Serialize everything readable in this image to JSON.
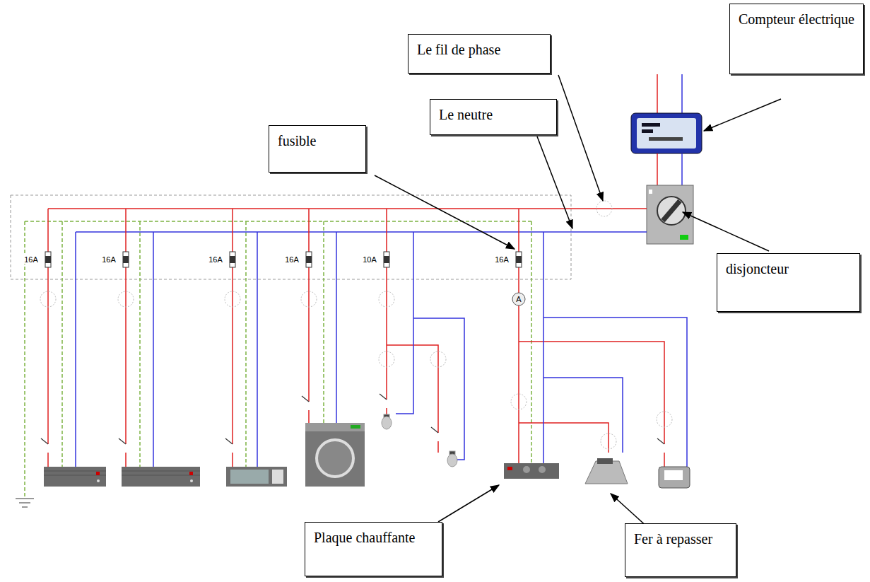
{
  "diagram": {
    "nodes": [
      {
        "text": [
          "Compteur électrique"
        ]
      },
      {
        "text": [
          "Le fil de phase"
        ]
      },
      {
        "text": [
          "Le neutre"
        ]
      },
      {
        "text": [
          "fusible"
        ]
      },
      {
        "text": [
          "disjoncteur"
        ]
      },
      {
        "text": [
          "Plaque chauffante"
        ]
      },
      {
        "text": [
          "Fer à repasser"
        ]
      }
    ],
    "edges": [],
    "labels": [
      "16A",
      "16A",
      "16A",
      "16A",
      "10A",
      "16A",
      "A"
    ]
  }
}
